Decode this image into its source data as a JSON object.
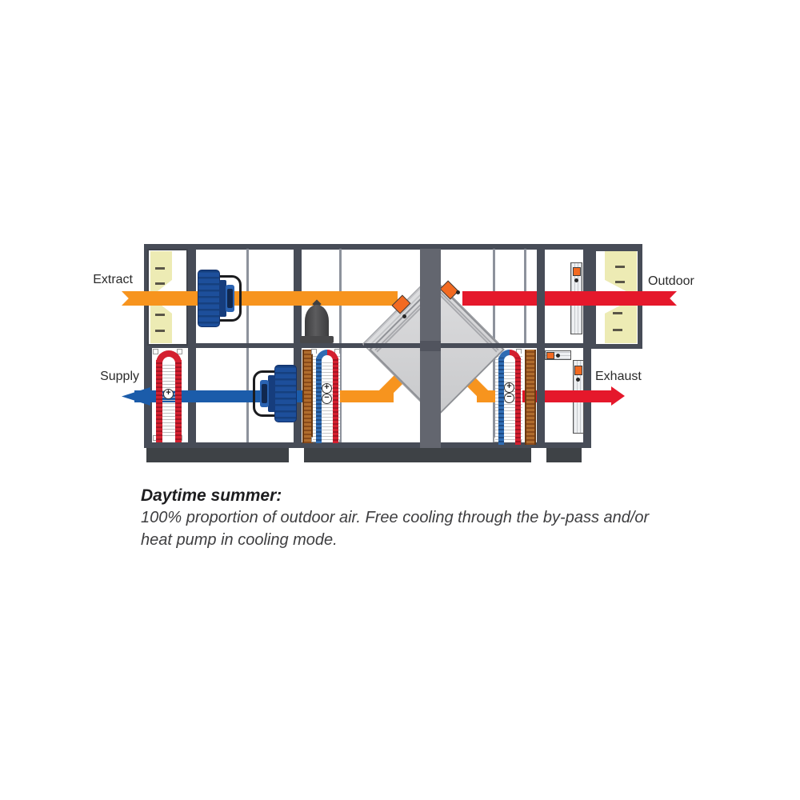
{
  "labels": {
    "extract": "Extract",
    "supply": "Supply",
    "outdoor": "Outdoor",
    "exhaust": "Exhaust"
  },
  "caption": {
    "title": "Daytime summer:",
    "line1": "100% proportion of outdoor air. Free cooling through the by-pass and/or",
    "line2": "heat pump in cooling mode."
  },
  "symbols": {
    "plus": "+",
    "minus": "−"
  },
  "colors": {
    "extract_air": "#F7941E",
    "outdoor_and_exhaust_air": "#E5182B",
    "supply_air": "#1B5CAA",
    "fan": "#1D4F9B",
    "frame": "#474C57",
    "filter": "#EDEBB4",
    "coil_hot": "#D42030",
    "coil_cold": "#2F6CB3",
    "coil_copper": "#A5632B",
    "damper_actuator": "#F26A21",
    "heat_exchanger": "#D3D4D6"
  }
}
